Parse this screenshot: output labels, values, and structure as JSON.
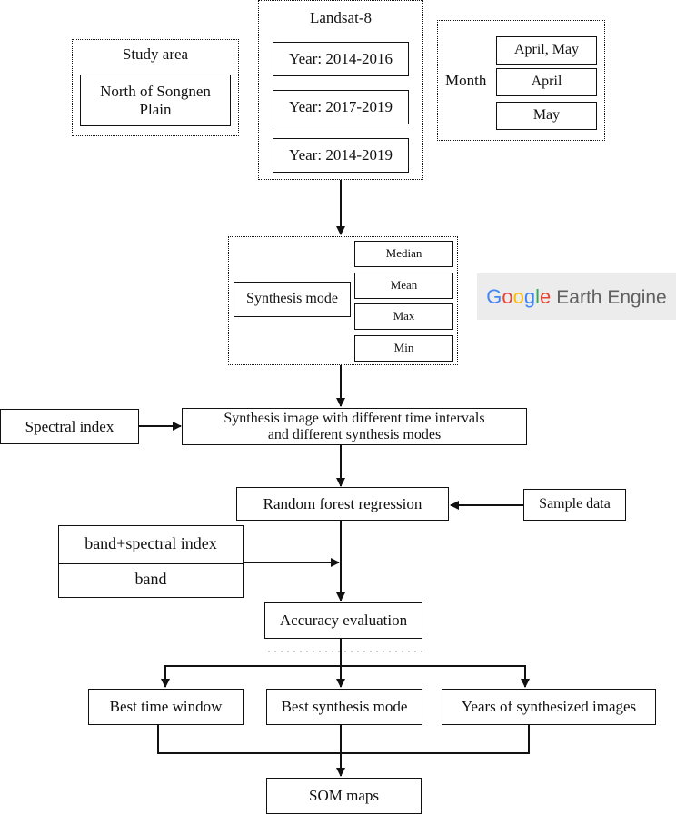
{
  "study_area": {
    "title": "Study area",
    "name": "North of Songnen Plain"
  },
  "landsat": {
    "title": "Landsat-8",
    "years": [
      "Year: 2014-2016",
      "Year: 2017-2019",
      "Year: 2014-2019"
    ]
  },
  "month": {
    "title": "Month",
    "options": [
      "April, May",
      "April",
      "May"
    ]
  },
  "synthesis": {
    "label": "Synthesis mode",
    "modes": [
      "Median",
      "Mean",
      "Max",
      "Min"
    ]
  },
  "logo": {
    "text": "Google Earth Engine"
  },
  "spectral_index": "Spectral index",
  "synthesis_image": {
    "line1": "Synthesis image with different time intervals",
    "line2": "and different synthesis modes"
  },
  "regression": "Random forest regression",
  "sample_data": "Sample data",
  "features": [
    "band+spectral index",
    "band"
  ],
  "accuracy": "Accuracy evaluation",
  "outputs": [
    "Best time window",
    "Best synthesis mode",
    "Years of synthesized images"
  ],
  "final": "SOM maps"
}
